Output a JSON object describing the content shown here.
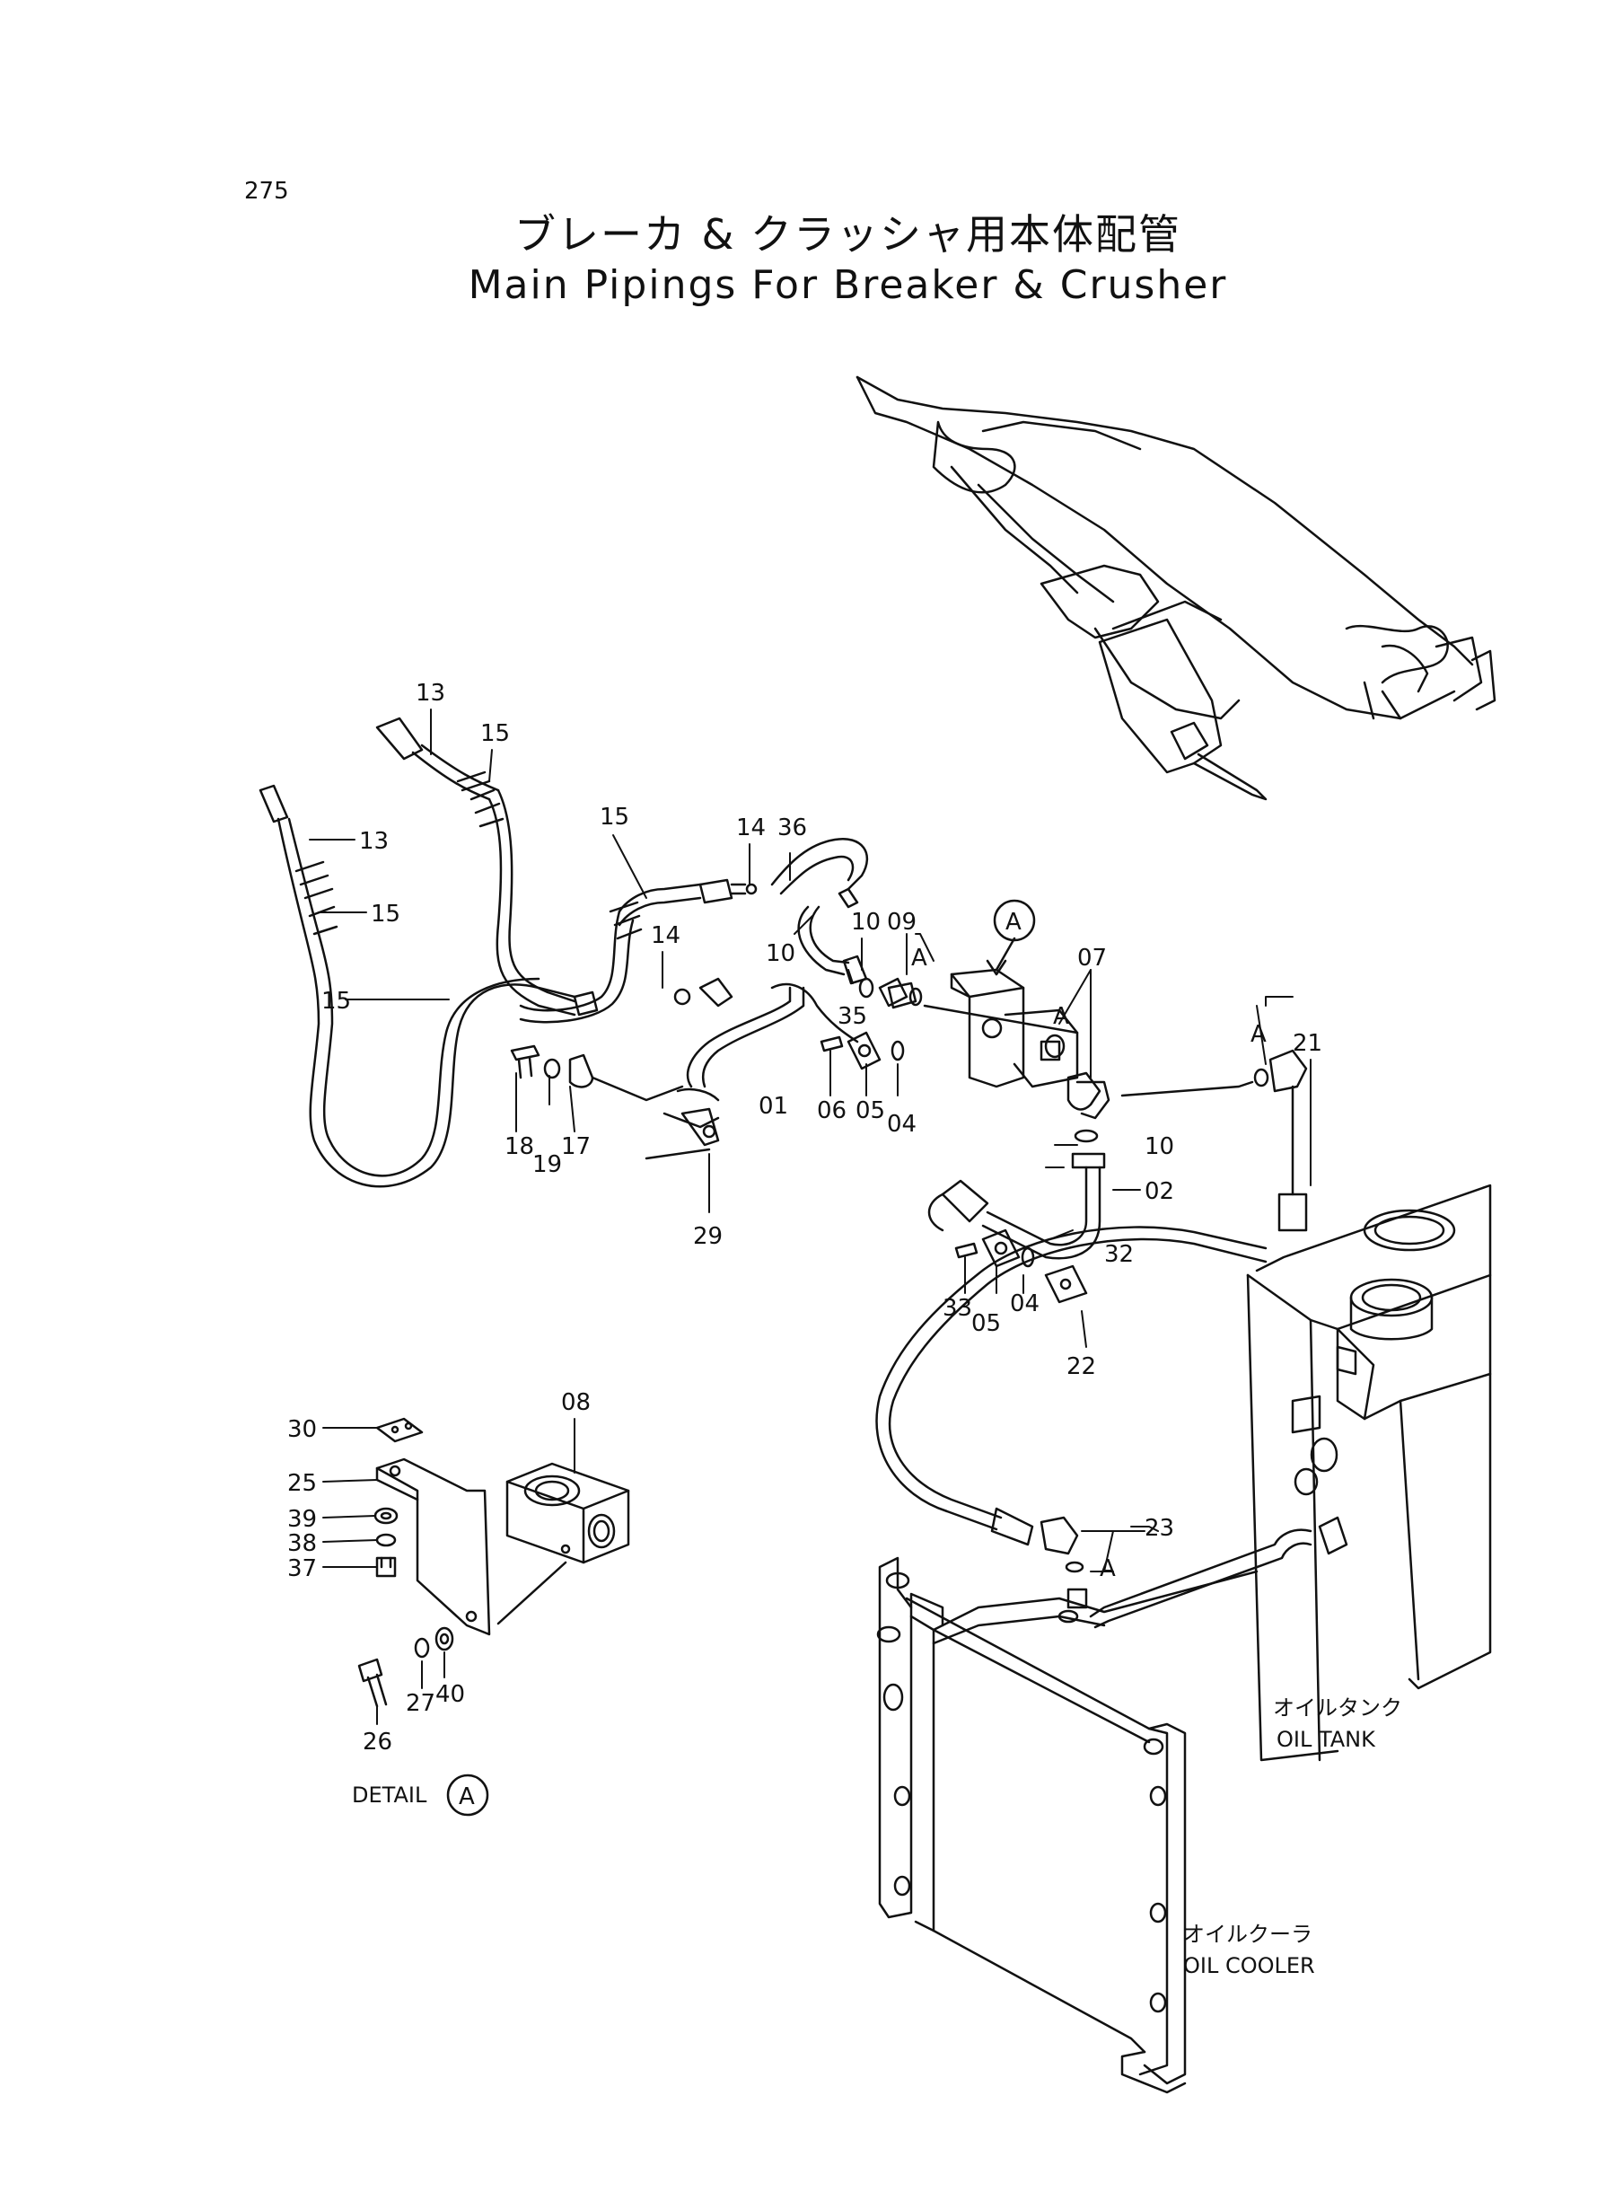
{
  "page": {
    "number": "275"
  },
  "title": {
    "jp": "ブレーカ & クラッシャ用本体配管",
    "en": "Main Pipings For Breaker & Crusher"
  },
  "labels": {
    "detail_prefix": "DETAIL",
    "detail_ref": "A",
    "oil_tank_jp": "オイルタンク",
    "oil_tank_en": "OIL TANK",
    "oil_cooler_jp": "オイルクーラ",
    "oil_cooler_en": "OIL COOLER",
    "ref_a": "A"
  },
  "callouts": [
    "13",
    "15",
    "13",
    "15",
    "15",
    "15",
    "14",
    "36",
    "10",
    "14",
    "10",
    "09",
    "35",
    "01",
    "A",
    "A",
    "07",
    "21",
    "A",
    "18",
    "19",
    "17",
    "06",
    "05",
    "04",
    "10",
    "02",
    "29",
    "32",
    "33",
    "05",
    "04",
    "22",
    "30",
    "08",
    "25",
    "39",
    "38",
    "37",
    "23",
    "A",
    "26",
    "27",
    "40"
  ]
}
